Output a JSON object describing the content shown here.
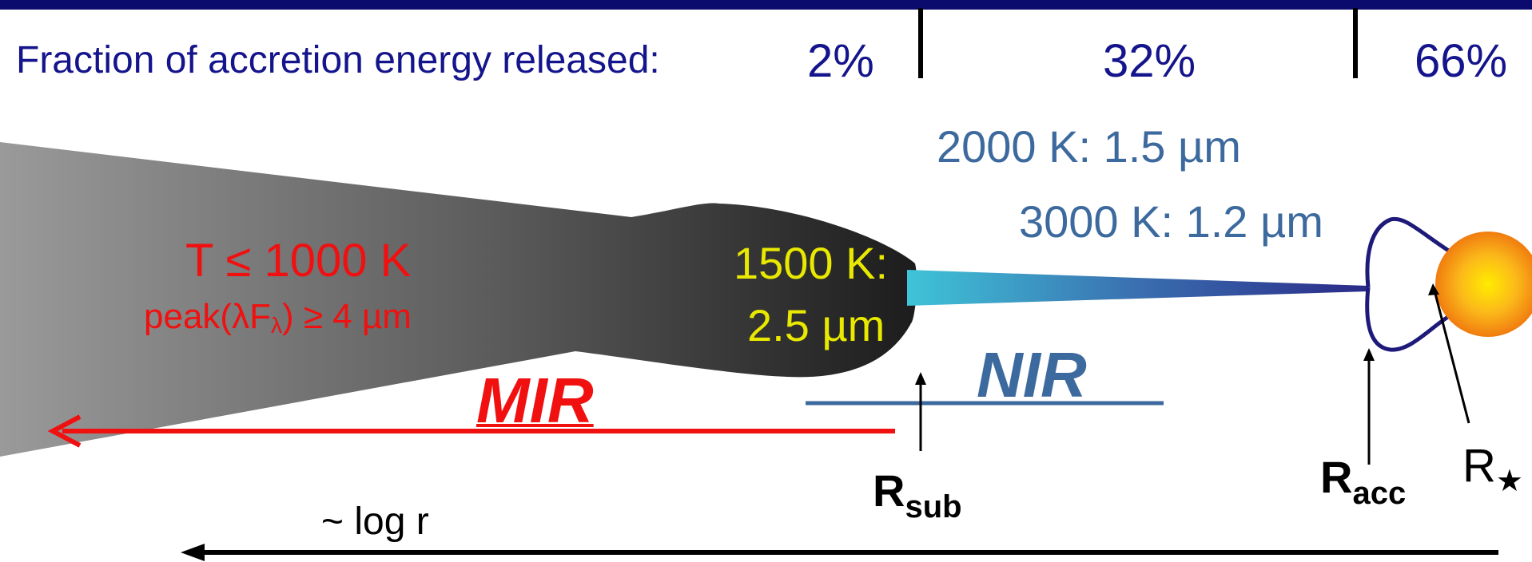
{
  "header": {
    "fraction_label": "Fraction of accretion energy released:",
    "percentages": [
      "2%",
      "32%",
      "66%"
    ]
  },
  "labels": {
    "t_outer": "T  ≤ 1000 K",
    "peak_prefix": "peak(λF",
    "peak_sub": "λ",
    "peak_suffix": ")  ≥ 4 µm",
    "t_1500_line1": "1500 K:",
    "t_1500_line2": "2.5 µm",
    "t_2000": "2000 K: 1.5 µm",
    "t_3000": "3000 K: 1.2 µm",
    "mir": "MIR",
    "nir": "NIR",
    "r_sub_main": "R",
    "r_sub_sub": "sub",
    "r_acc_main": "R",
    "r_acc_sub": "acc",
    "r_star_main": "R",
    "r_star_sub": "★",
    "log_r": "~ log r"
  },
  "colors": {
    "header_text": "#14148c",
    "mir_red": "#f01010",
    "nir_blue": "#3d6a9e",
    "yellow_text": "#e8e800",
    "star_orange": "#f7931e",
    "star_yellow": "#ffe600"
  }
}
